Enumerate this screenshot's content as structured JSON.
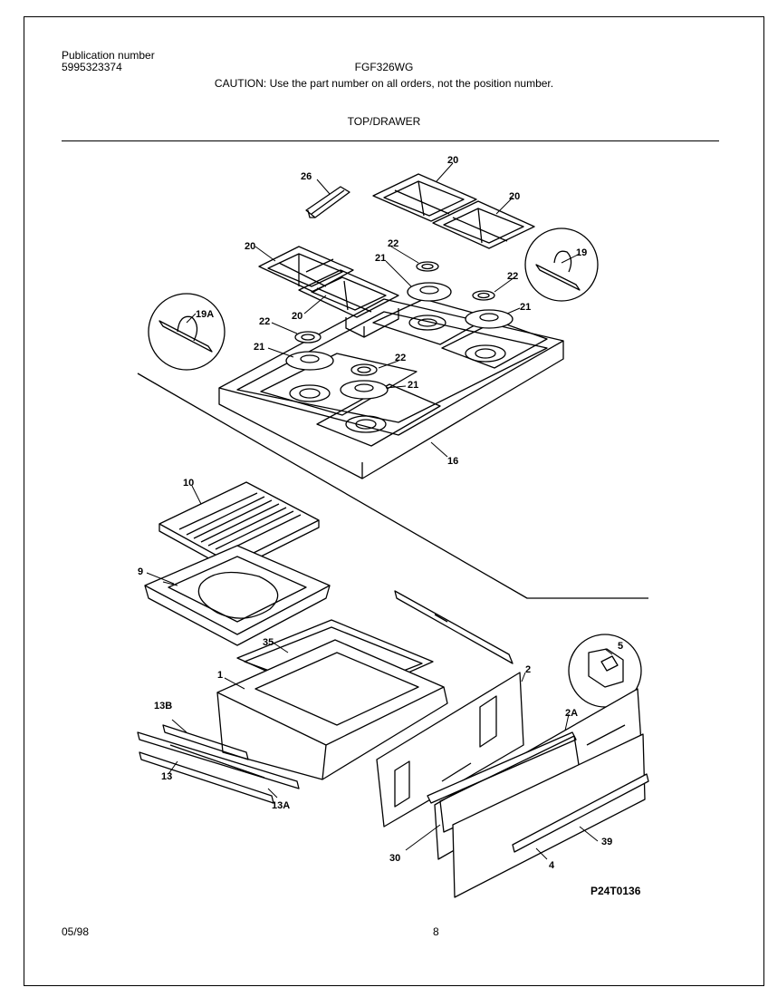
{
  "header": {
    "publication_label": "Publication number",
    "publication_number": "5995323374",
    "model": "FGF326WG",
    "caution": "CAUTION:  Use the part number on all orders, not the position number.",
    "section_title": "TOP/DRAWER"
  },
  "callouts": [
    "26",
    "20",
    "20",
    "20",
    "20",
    "22",
    "22",
    "22",
    "22",
    "21",
    "21",
    "21",
    "21",
    "19",
    "19A",
    "16",
    "10",
    "9",
    "35",
    "1",
    "13B",
    "13",
    "13A",
    "2",
    "2A",
    "5",
    "30",
    "39",
    "4"
  ],
  "footer": {
    "date": "05/98",
    "page": "8",
    "figure_code": "P24T0136"
  }
}
